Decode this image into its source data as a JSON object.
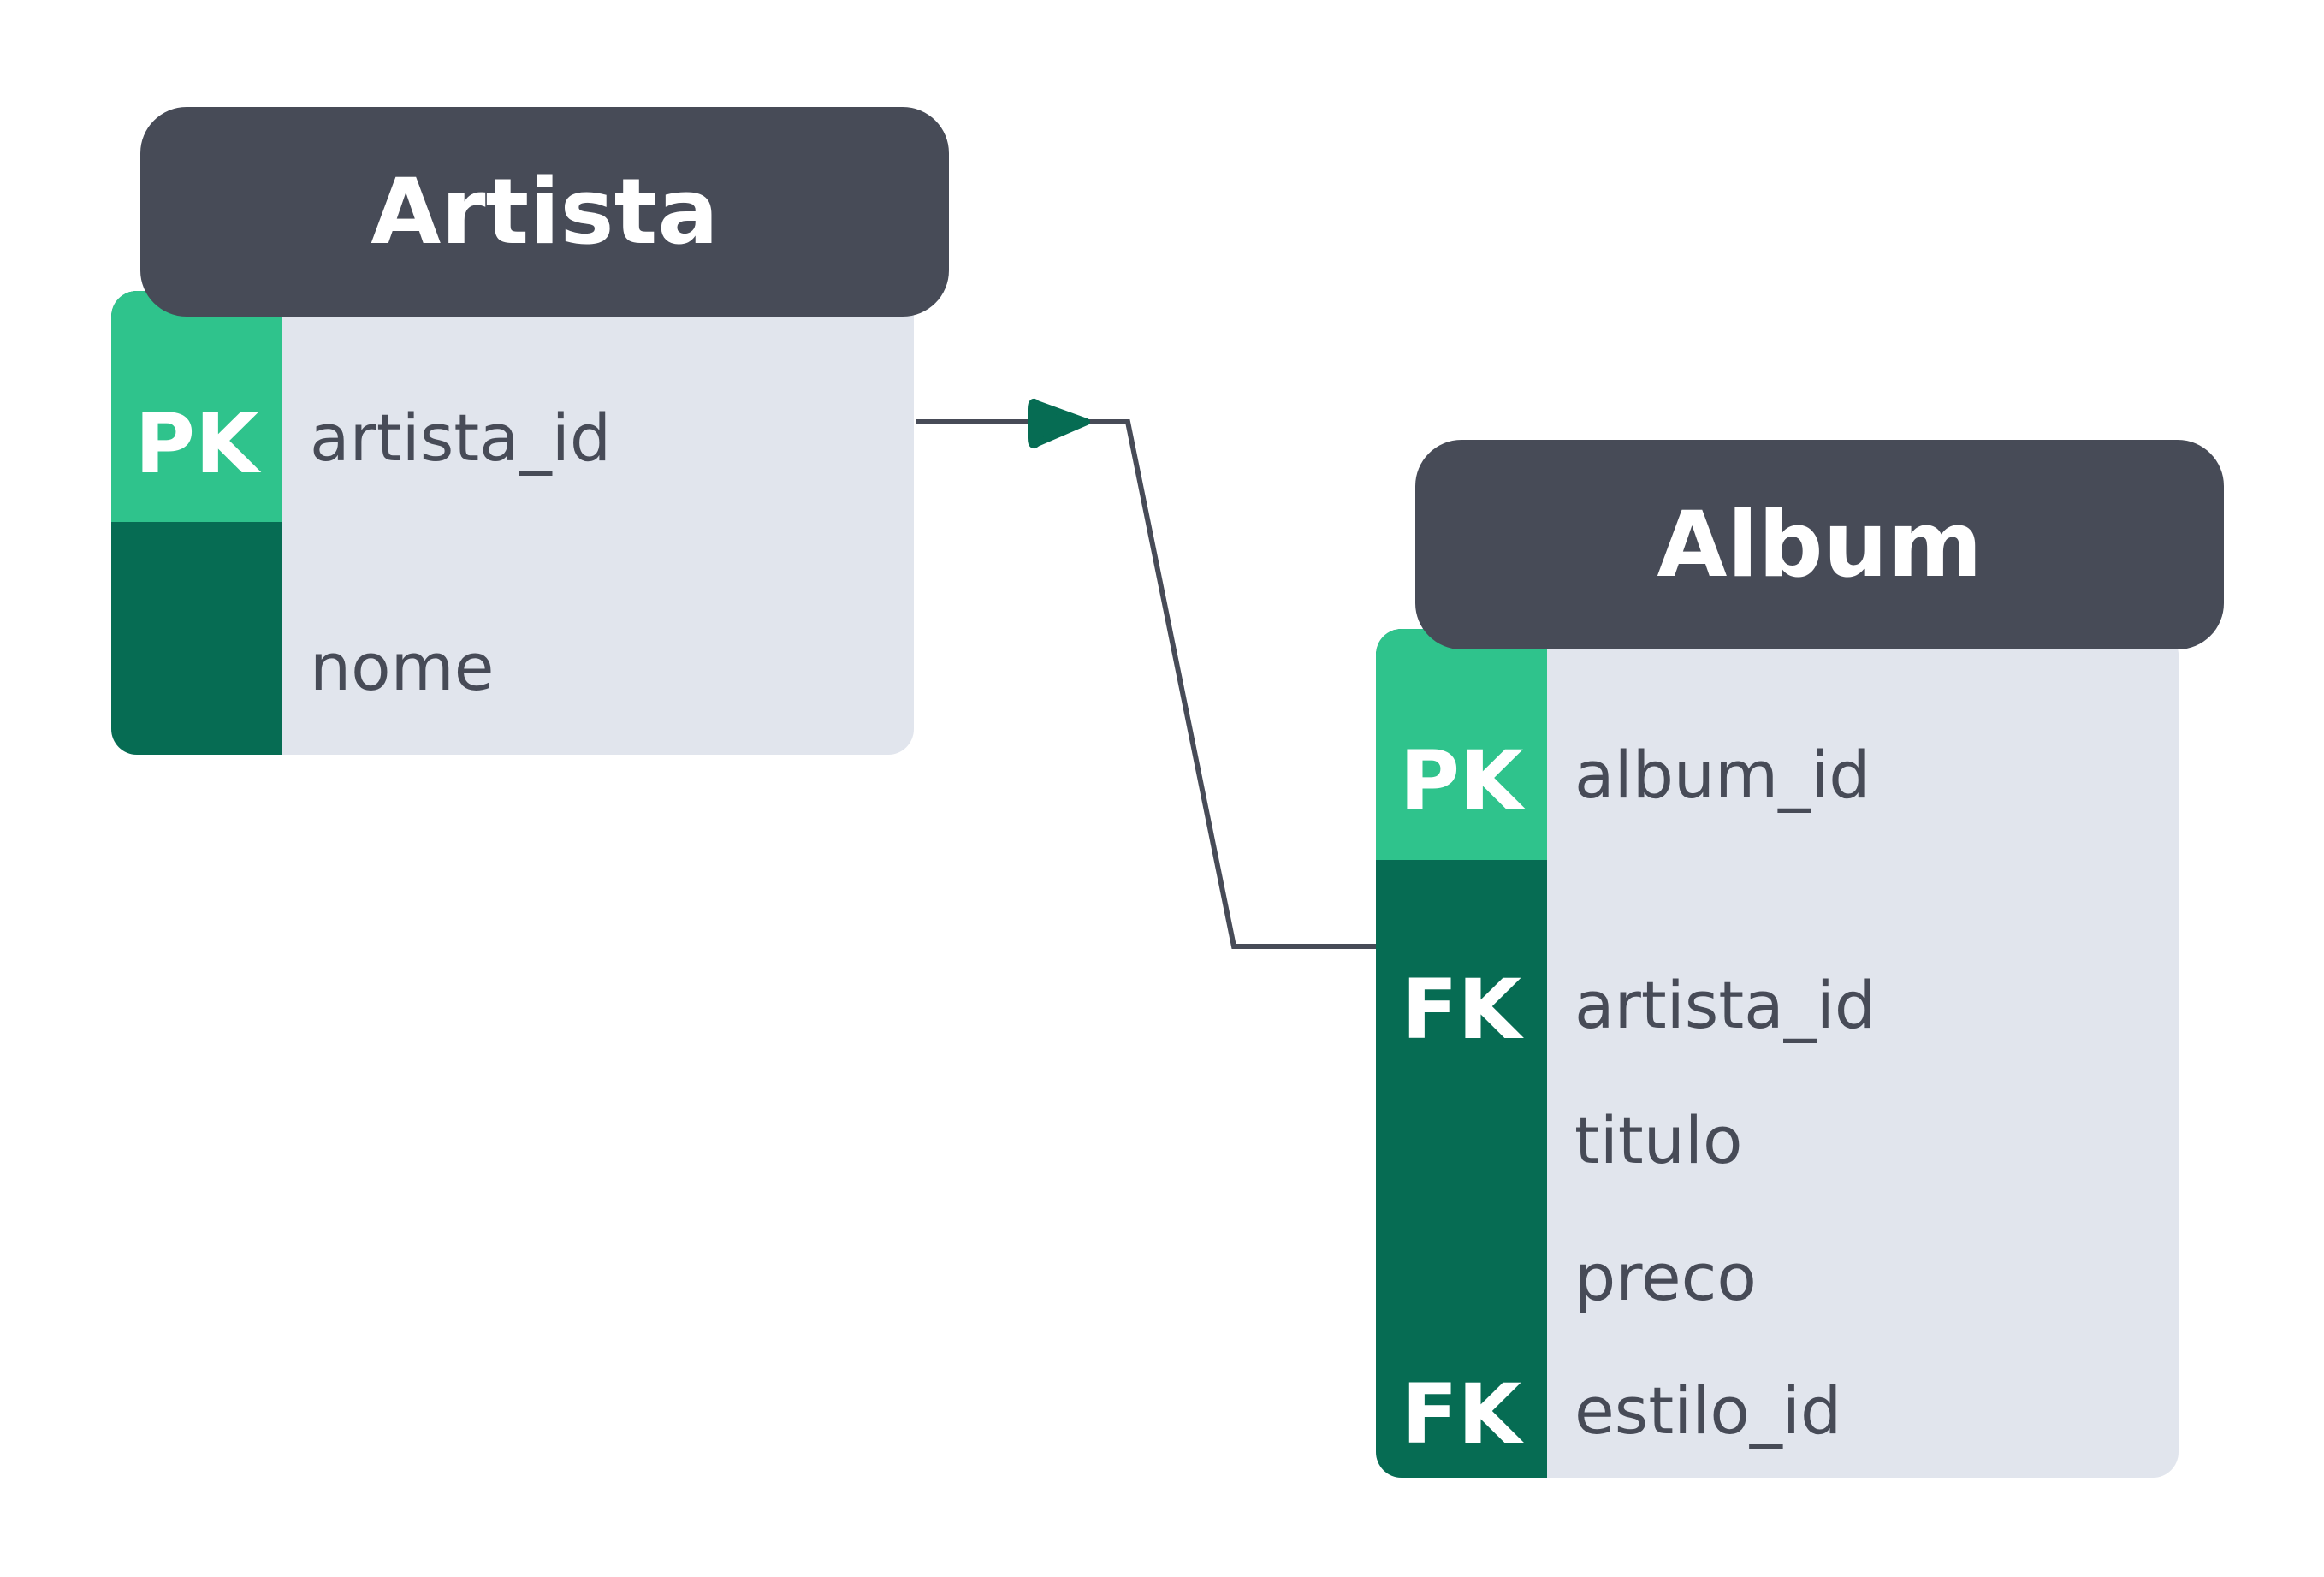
{
  "colors": {
    "header_bg": "#474b57",
    "body_bg": "#e1e5ed",
    "key_pk": "#2fc38c",
    "key_dark": "#066c53",
    "text_dark": "#474b57",
    "connector_line": "#474b57",
    "arrow_fill": "#066c53"
  },
  "entities": {
    "artista": {
      "title": "Artista",
      "fields": [
        {
          "key": "PK",
          "name": "artista_id"
        },
        {
          "key": "",
          "name": "nome"
        }
      ]
    },
    "album": {
      "title": "Album",
      "fields": [
        {
          "key": "PK",
          "name": "album_id"
        },
        {
          "key": "FK",
          "name": "artista_id"
        },
        {
          "key": "",
          "name": "titulo"
        },
        {
          "key": "",
          "name": "preco"
        },
        {
          "key": "FK",
          "name": "estilo_id"
        }
      ]
    }
  },
  "relationship": {
    "from": "Artista.artista_id",
    "to": "Album.artista_id",
    "marker": "arrow-icon"
  }
}
